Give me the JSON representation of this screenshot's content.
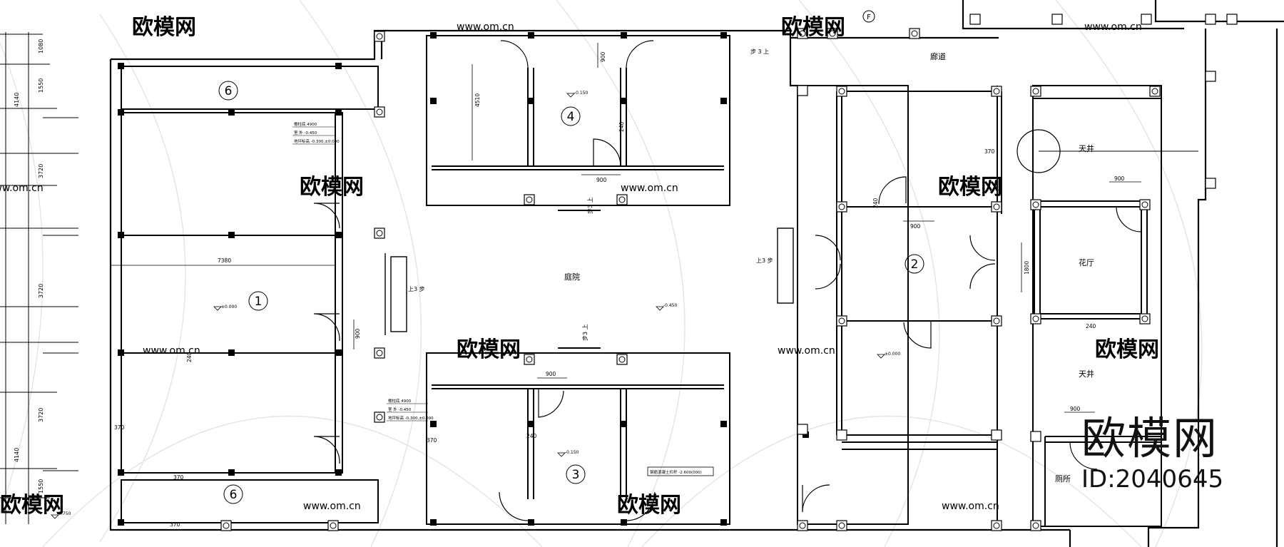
{
  "watermark": {
    "brand": "欧模网",
    "site": "www.om.cn",
    "id": "ID:2040645"
  },
  "room_numbers": [
    "1",
    "2",
    "3",
    "4",
    "6",
    "6"
  ],
  "room_names": {
    "courtyard": "庭院",
    "corridor": "廊道",
    "skywell_top": "天井",
    "skywell_bottom": "天井",
    "flower_hall": "花厅",
    "toilet": "厕所"
  },
  "step_notes": {
    "top": "步 3 上",
    "middle": "上3 步",
    "left": "上3 步",
    "north": "步3 上",
    "south": "步3 上"
  },
  "level_marks": {
    "room1": "±0.000",
    "room2": "±0.000",
    "room3": "-0.150",
    "room4": "-0.150",
    "courtyard": "-0.450",
    "corner": "-0.750"
  },
  "level_table": {
    "row1": "檐柱底 4900",
    "row2": "室 外 -0.450",
    "row3": "地坪标高 -0.300,±0.000",
    "row1b": "檐柱底 4900",
    "row2b": "室 外 -0.450",
    "row3b": "地坪标高 -0.300,±0.000"
  },
  "note_box": "钢筋混凝土栏杆 -2.600(000)",
  "dimensions": {
    "d1080": "1080",
    "d1550a": "1550",
    "d4140a": "4140",
    "d3720a": "3720",
    "d3720b": "3720",
    "d3720c": "3720",
    "d4140b": "4140",
    "d1550b": "1550",
    "d7380": "7380",
    "d370a": "370",
    "d370b": "370",
    "d370c": "370",
    "d370d": "370",
    "d370e": "370",
    "d370f": "370",
    "d900a": "900",
    "d900b": "900",
    "d900c": "900",
    "d900d": "900",
    "d900e": "900",
    "d900f": "900",
    "d900g": "900",
    "d900h": "900",
    "d900i": "900",
    "d4510": "4510",
    "d240a": "240",
    "d240b": "240",
    "d240c": "240",
    "d240d": "240",
    "d240e": "240",
    "d1800": "1800"
  },
  "axis_bubble": "F"
}
